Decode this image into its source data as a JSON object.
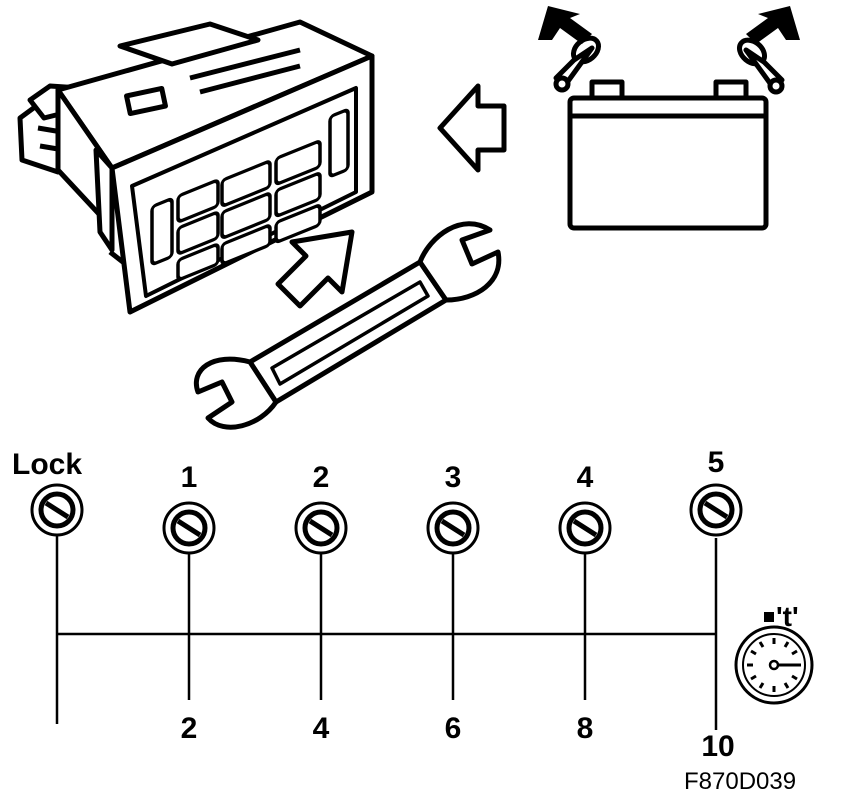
{
  "diagram": {
    "lock_label": "Lock",
    "steps": [
      {
        "position": "1",
        "seconds": "2"
      },
      {
        "position": "2",
        "seconds": "4"
      },
      {
        "position": "3",
        "seconds": "6"
      },
      {
        "position": "4",
        "seconds": "8"
      },
      {
        "position": "5",
        "seconds": "10"
      }
    ],
    "timer_label": "'t'",
    "figure_code": "F870D039"
  }
}
